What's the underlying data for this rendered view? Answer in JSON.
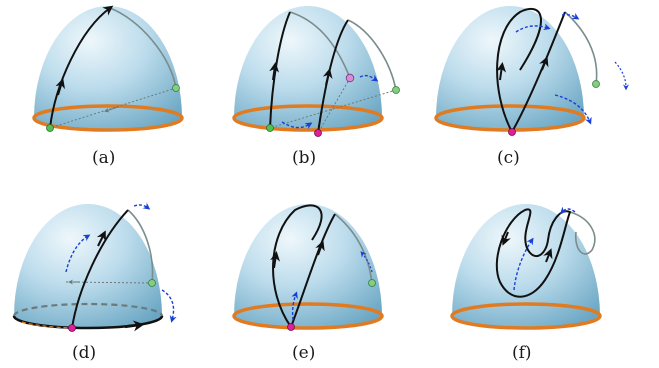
{
  "figure": {
    "panels": [
      {
        "label": "(a)"
      },
      {
        "label": "(b)"
      },
      {
        "label": "(c)"
      },
      {
        "label": "(d)"
      },
      {
        "label": "(e)"
      },
      {
        "label": "(f)"
      }
    ]
  },
  "colors": {
    "dome_top": "#cfe6f2",
    "dome_bottom": "#78b1cc",
    "dome_rim": "#e07b22",
    "curve_front": "#111111",
    "curve_back": "#7a8c8c",
    "flow_arrow": "#1a3fd6",
    "point_green": "#4fc24f",
    "point_magenta": "#e01f9b",
    "point_pink": "#d98ad9"
  }
}
